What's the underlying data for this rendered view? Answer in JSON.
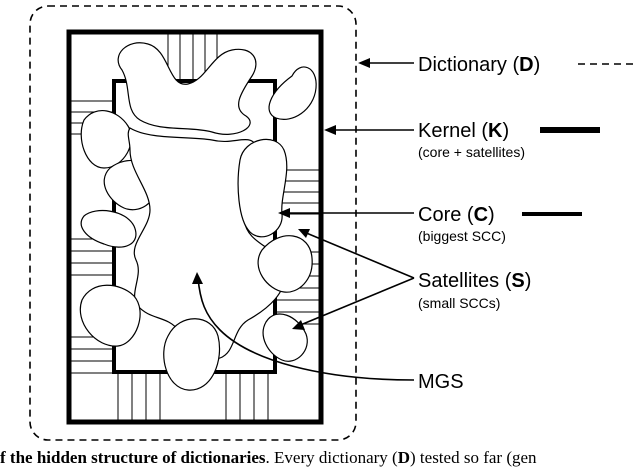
{
  "diagram": {
    "dictionary": {
      "label": "Dictionary (",
      "letter": "D",
      "close": ")"
    },
    "kernel": {
      "label": "Kernel (",
      "letter": "K",
      "close": ")",
      "sub": "(core + satellites)"
    },
    "core": {
      "label": "Core (",
      "letter": "C",
      "close": ")",
      "sub": "(biggest SCC)"
    },
    "satellites": {
      "label": "Satellites (",
      "letter": "S",
      "close": ")",
      "sub": "(small SCCs)"
    },
    "mgs": {
      "label": "MGS"
    }
  },
  "caption": {
    "bold_text": "f the hidden structure of dictionaries",
    "text_1": ". Every dictionary (",
    "letter": "D",
    "text_2": ") tested so far (gen"
  }
}
